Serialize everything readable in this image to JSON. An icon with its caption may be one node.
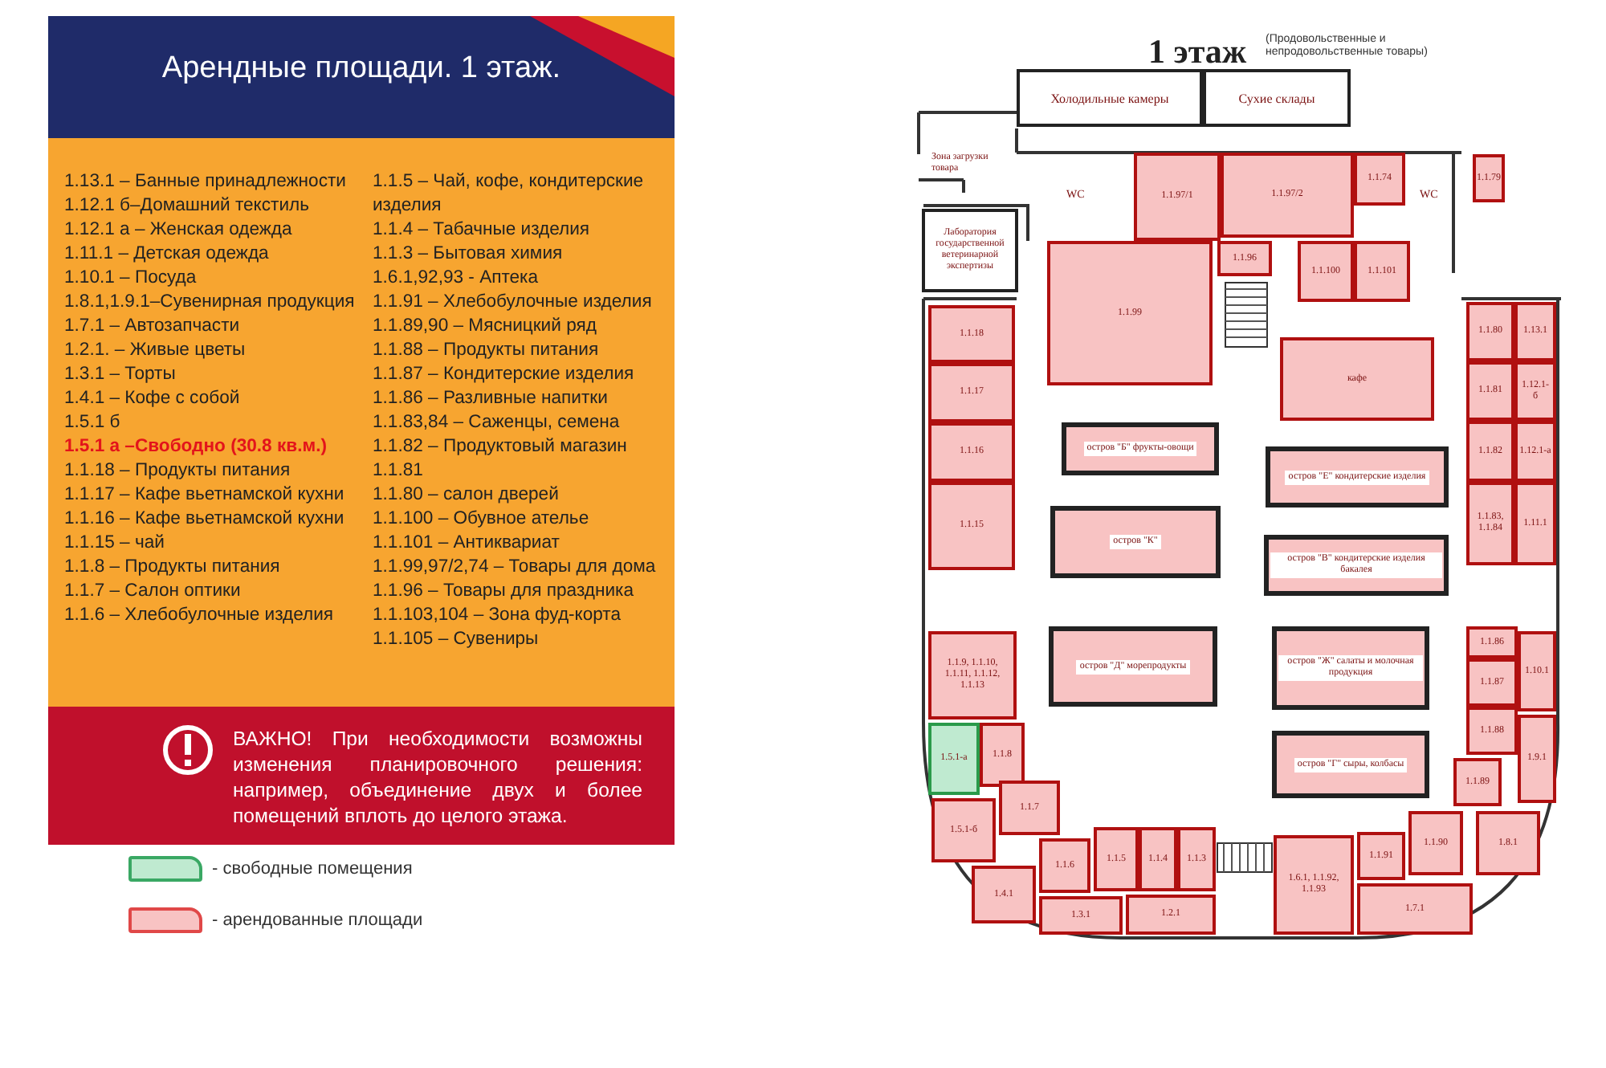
{
  "diagram": {
    "title": "Арендные площади. 1 этаж.",
    "nodes": [
      {
        "text": [
          "Холодильные камеры"
        ]
      },
      {
        "text": [
          "Сухие склады"
        ]
      },
      {
        "text": [
          "Лаборатория государственной ветеринарной экспертизы"
        ]
      },
      {
        "text": [
          "1.1.97/1"
        ]
      },
      {
        "text": [
          "1.1.97/2"
        ]
      },
      {
        "text": [
          "1.1.74"
        ]
      },
      {
        "text": [
          "1.1.79"
        ]
      },
      {
        "text": [
          "1.1.96"
        ]
      },
      {
        "text": [
          "1.1.100"
        ]
      },
      {
        "text": [
          "1.1.101"
        ]
      },
      {
        "text": [
          "1.1.99"
        ]
      },
      {
        "text": [
          "1.1.18"
        ]
      },
      {
        "text": [
          "1.1.17"
        ]
      },
      {
        "text": [
          "1.1.16"
        ]
      },
      {
        "text": [
          "1.1.15"
        ]
      },
      {
        "text": [
          "кафе"
        ]
      },
      {
        "text": [
          "1.1.80"
        ]
      },
      {
        "text": [
          "1.13.1"
        ]
      },
      {
        "text": [
          "1.1.81"
        ]
      },
      {
        "text": [
          "1.12.1-б"
        ]
      },
      {
        "text": [
          "1.1.82"
        ]
      },
      {
        "text": [
          "1.12.1-а"
        ]
      },
      {
        "text": [
          "1.1.83, 1.1.84"
        ]
      },
      {
        "text": [
          "1.11.1"
        ]
      },
      {
        "text": [
          "остров \"Б\" фрукты-овощи"
        ]
      },
      {
        "text": [
          "остров \"Е\" кондитерские изделия"
        ]
      },
      {
        "text": [
          "остров \"К\""
        ]
      },
      {
        "text": [
          "остров \"В\" кондитерские изделия бакалея"
        ]
      },
      {
        "text": [
          "остров \"Д\" морепродукты"
        ]
      },
      {
        "text": [
          "остров \"Ж\" салаты и молочная продукция"
        ]
      },
      {
        "text": [
          "остров \"Г\" сыры, колбасы"
        ]
      },
      {
        "text": [
          "1.1.9, 1.1.10, 1.1.11, 1.1.12, 1.1.13"
        ]
      },
      {
        "text": [
          "1.5.1-а"
        ]
      },
      {
        "text": [
          "1.1.8"
        ]
      },
      {
        "text": [
          "1.5.1-б"
        ]
      },
      {
        "text": [
          "1.1.7"
        ]
      },
      {
        "text": [
          "1.4.1"
        ]
      },
      {
        "text": [
          "1.1.6"
        ]
      },
      {
        "text": [
          "1.3.1"
        ]
      },
      {
        "text": [
          "1.1.5"
        ]
      },
      {
        "text": [
          "1.1.4"
        ]
      },
      {
        "text": [
          "1.1.3"
        ]
      },
      {
        "text": [
          "1.2.1"
        ]
      },
      {
        "text": [
          "1.6.1, 1.1.92, 1.1.93"
        ]
      },
      {
        "text": [
          "1.1.91"
        ]
      },
      {
        "text": [
          "1.7.1"
        ]
      },
      {
        "text": [
          "1.1.90"
        ]
      },
      {
        "text": [
          "1.1.89"
        ]
      },
      {
        "text": [
          "1.8.1"
        ]
      },
      {
        "text": [
          "1.1.88"
        ]
      },
      {
        "text": [
          "1.9.1"
        ]
      },
      {
        "text": [
          "1.1.87"
        ]
      },
      {
        "text": [
          "1.10.1"
        ]
      },
      {
        "text": [
          "1.1.86"
        ]
      }
    ],
    "labels": [
      "1.13.1 – Банные принадлежности",
      "1.12.1 б–Домашний текстиль",
      "1.12.1 а – Женская одежда",
      "1.11.1 – Детская одежда",
      "1.10.1 – Посуда",
      "1.8.1,1.9.1–Сувенирная продукция",
      "1.7.1 – Автозапчасти",
      "1.2.1. – Живые цветы",
      "1.3.1 – Торты",
      "1.4.1 – Кофе с собой",
      "1.5.1 б",
      "1.5.1 а –Свободно (30.8 кв.м.)",
      "1.1.18 – Продукты питания",
      "1.1.17 – Кафе вьетнамской кухни",
      "1.1.16 – Кафе вьетнамской кухни",
      "1.1.15 – чай",
      "1.1.8 – Продукты питания",
      "1.1.7 – Салон оптики",
      "1.1.6 – Хлебобулочные изделия",
      "1.1.5 – Чай, кофе, кондитерские изделия",
      "1.1.4 – Табачные изделия",
      "1.1.3 – Бытовая химия",
      "1.6.1,92,93 - Аптека",
      "1.1.91 – Хлебобулочные изделия",
      "1.1.89,90 – Мясницкий ряд",
      "1.1.88 – Продукты питания",
      "1.1.87 – Кондитерские изделия",
      "1.1.86 – Разливные напитки",
      "1.1.83,84 – Саженцы, семена",
      "1.1.82 – Продуктовый магазин",
      "1.1.81",
      "1.1.80 – салон дверей",
      "1.1.100 – Обувное ателье",
      "1.1.101 – Антиквариат",
      "1.1.99,97/2,74 – Товары для дома",
      "1.1.96 – Товары для праздника",
      "1.1.103,104 – Зона фуд-корта",
      "1.1.105 – Сувениры",
      "ВАЖНО! При необходимости возможны изменения планировочного решения: например, объединение двух и более помещений вплоть до целого этажа.",
      "1 этаж",
      "(Продовольственные и непродовольственные товары)",
      "WC",
      "WC",
      "Зона загрузки товара"
    ],
    "legend": [
      {
        "text": "- свободные помещения",
        "color": "#bfead0"
      },
      {
        "text": "- арендованные площади",
        "color": "#f8c3c3"
      }
    ]
  }
}
